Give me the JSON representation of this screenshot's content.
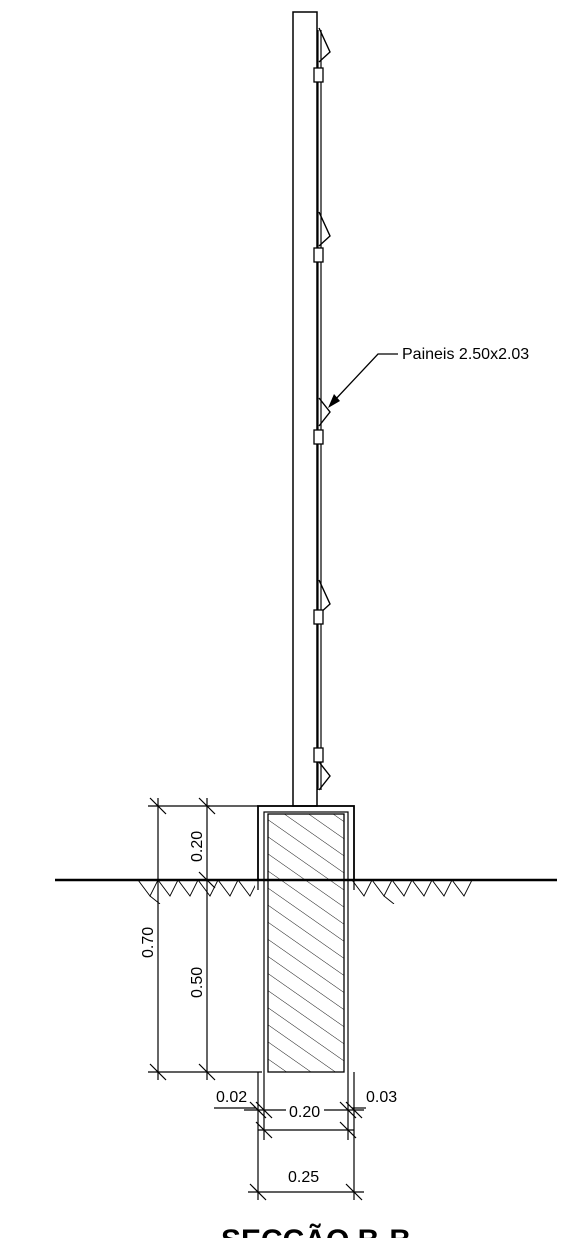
{
  "drawing": {
    "annotation": "Paineis 2.50x2.03",
    "title": "SECÇÃO B-B",
    "dimensions": {
      "upper_block": "0.20",
      "total_depth": "0.70",
      "buried_depth": "0.50",
      "left_gap": "0.02",
      "right_gap": "0.03",
      "footing_width": "0.20",
      "overall_width": "0.25"
    }
  }
}
